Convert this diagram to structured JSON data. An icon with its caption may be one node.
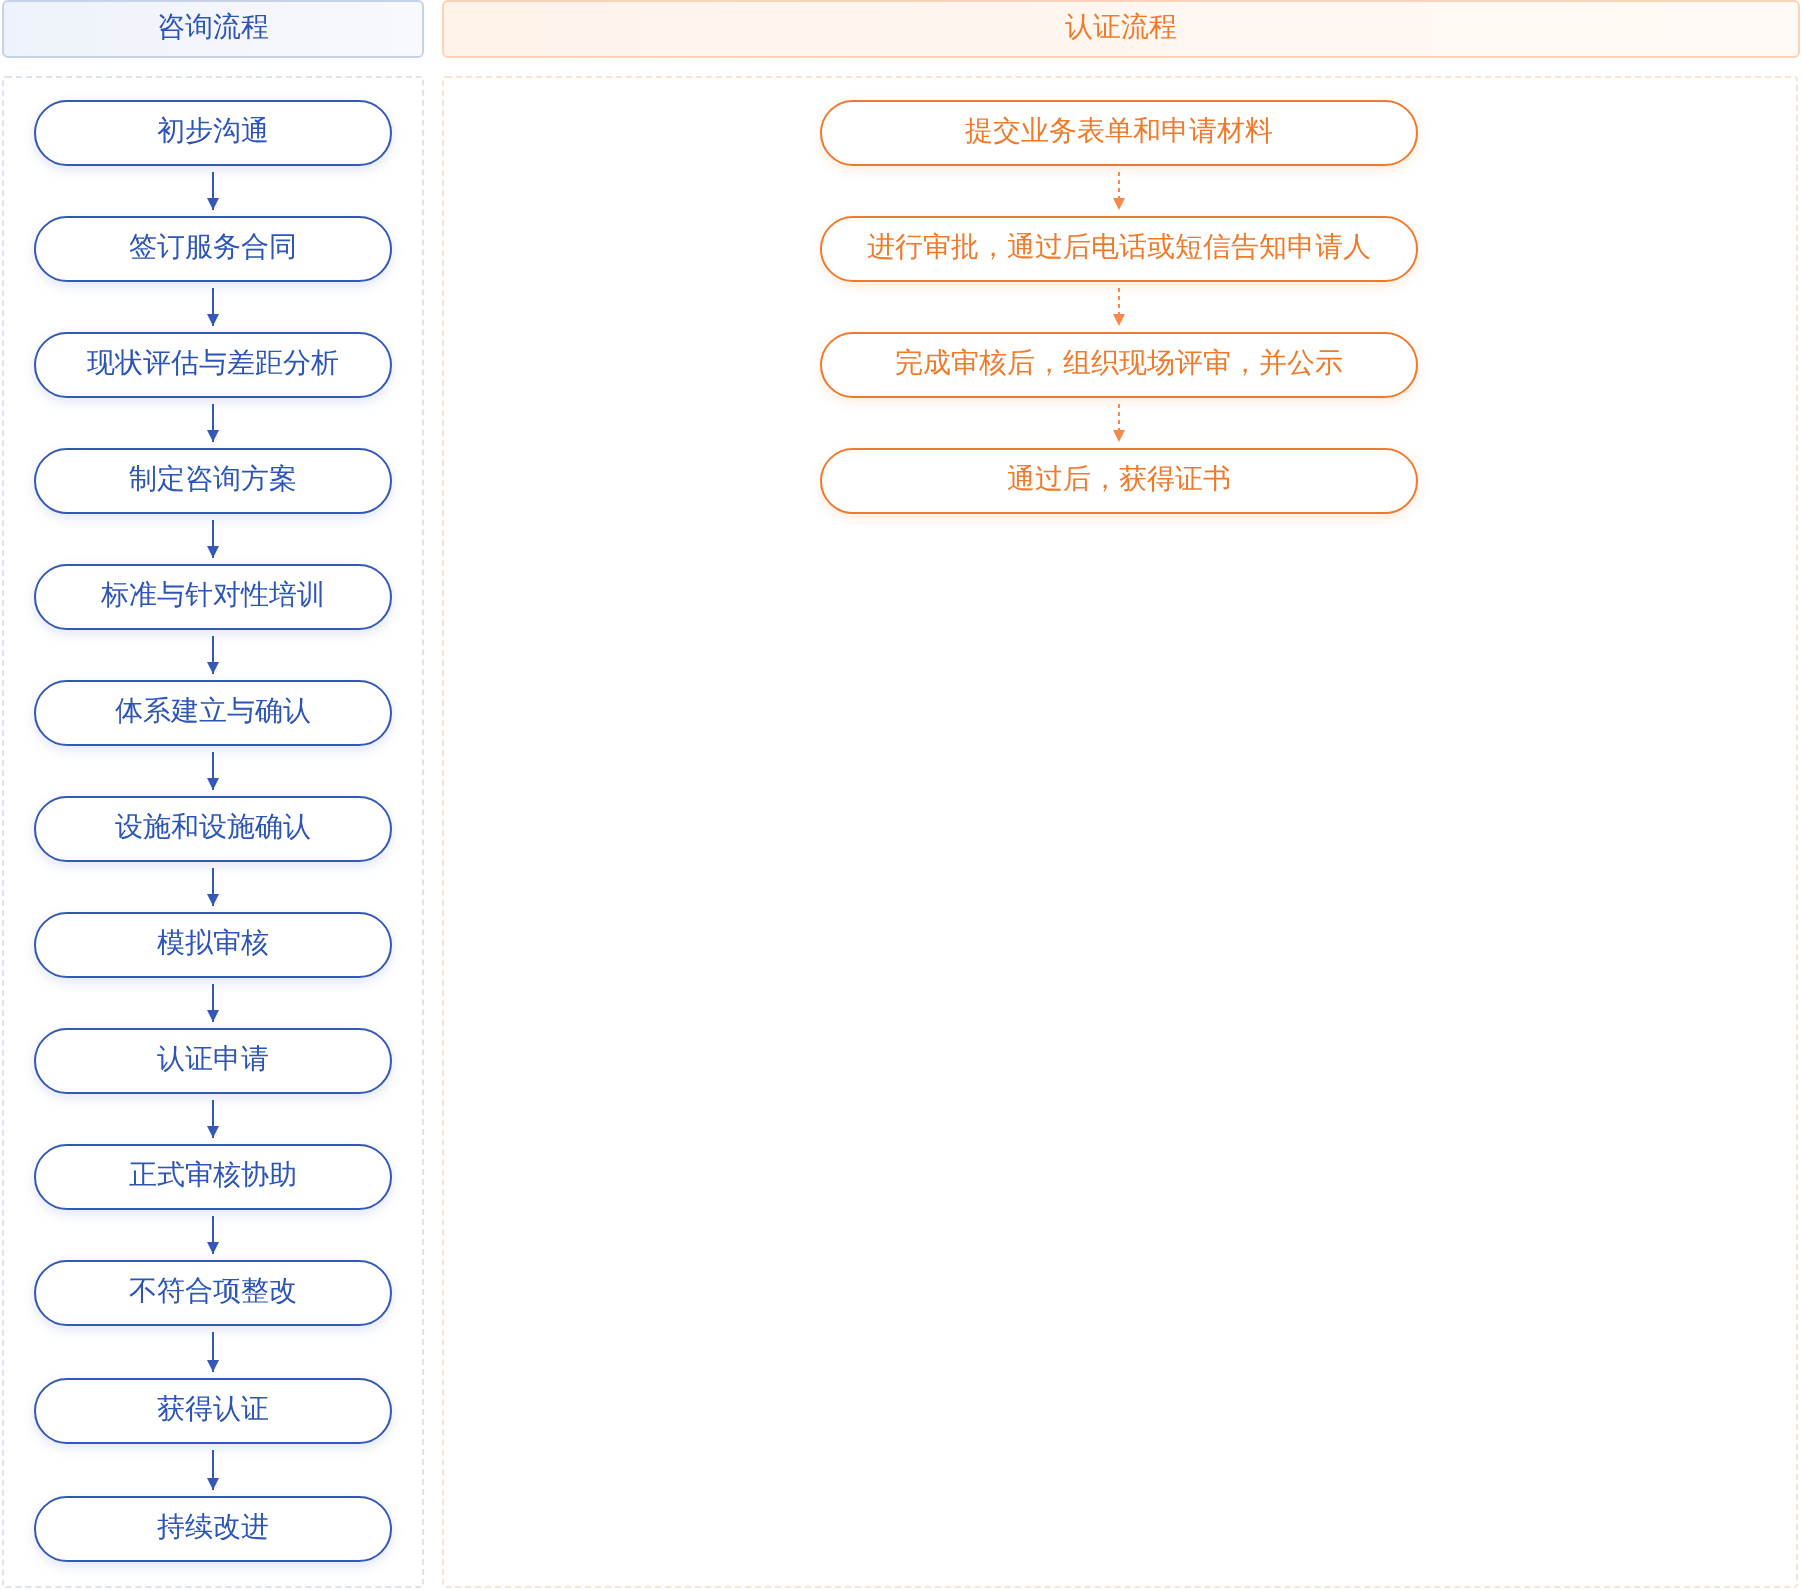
{
  "diagram": {
    "nodes": [
      {
        "text": [
          "咨询流程"
        ]
      },
      {
        "text": [
          "认证流程"
        ]
      },
      {
        "text": [],
        "shape": "box"
      },
      {
        "text": [],
        "shape": "box"
      },
      {
        "text": [
          "初步沟通"
        ],
        "in": 2
      },
      {
        "text": [
          "签订服务合同"
        ],
        "in": 2
      },
      {
        "text": [
          "现状评估与差距分析"
        ],
        "in": 2
      },
      {
        "text": [
          "制定咨询方案"
        ],
        "in": 2
      },
      {
        "text": [
          "标准与针对性培训"
        ],
        "in": 2
      },
      {
        "text": [
          "体系建立与确认"
        ],
        "in": 2
      },
      {
        "text": [
          "设施和设施确认"
        ],
        "in": 2
      },
      {
        "text": [
          "模拟审核"
        ],
        "in": 2
      },
      {
        "text": [
          "认证申请"
        ],
        "in": 2
      },
      {
        "text": [
          "正式审核协助"
        ],
        "in": 2
      },
      {
        "text": [
          "不符合项整改"
        ],
        "in": 2
      },
      {
        "text": [
          "获得认证"
        ],
        "in": 2
      },
      {
        "text": [
          "持续改进"
        ],
        "in": 2
      },
      {
        "text": [
          "提交业务表单和申请材料"
        ],
        "in": 3
      },
      {
        "text": [
          "进行审批，通过后电话或短信告知申请人"
        ],
        "in": 3
      },
      {
        "text": [
          "完成审核后，组织现场评审，并公示"
        ],
        "in": 3
      },
      {
        "text": [
          "通过后，获得证书"
        ],
        "in": 3
      }
    ],
    "edges": [
      {
        "from": 4,
        "to": 5,
        "arrow": "to"
      },
      {
        "from": 5,
        "to": 6,
        "arrow": "to"
      },
      {
        "from": 6,
        "to": 7,
        "arrow": "to"
      },
      {
        "from": 7,
        "to": 8,
        "arrow": "to"
      },
      {
        "from": 8,
        "to": 9,
        "arrow": "to"
      },
      {
        "from": 9,
        "to": 10,
        "arrow": "to"
      },
      {
        "from": 10,
        "to": 11,
        "arrow": "to"
      },
      {
        "from": 11,
        "to": 12,
        "arrow": "to"
      },
      {
        "from": 12,
        "to": 13,
        "arrow": "to"
      },
      {
        "from": 13,
        "to": 14,
        "arrow": "to"
      },
      {
        "from": 14,
        "to": 15,
        "arrow": "to"
      },
      {
        "from": 15,
        "to": 16,
        "arrow": "to"
      },
      {
        "from": 17,
        "to": 18,
        "arrow": "to",
        "style": "dashed",
        "color": "#f5894a"
      },
      {
        "from": 18,
        "to": 19,
        "arrow": "to",
        "style": "dashed",
        "color": "#f5894a"
      },
      {
        "from": 19,
        "to": 20,
        "arrow": "to",
        "style": "dashed",
        "color": "#f5894a"
      }
    ]
  }
}
